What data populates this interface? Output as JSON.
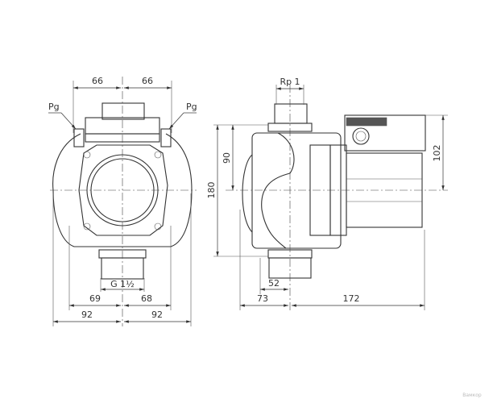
{
  "front_view": {
    "dim_top_left": "66",
    "dim_top_right": "66",
    "pg_left": "Pg",
    "pg_right": "Pg",
    "thread": "G 1½",
    "dim_bottom_left_inner": "69",
    "dim_bottom_right_inner": "68",
    "dim_bottom_left_outer": "92",
    "dim_bottom_right_outer": "92"
  },
  "side_view": {
    "thread": "Rp 1",
    "dim_height_total": "180",
    "dim_height_half": "90",
    "dim_motor_height": "102",
    "dim_flange_depth": "52",
    "dim_front_depth": "73",
    "dim_motor_length": "172"
  },
  "watermark": "Вамкор"
}
